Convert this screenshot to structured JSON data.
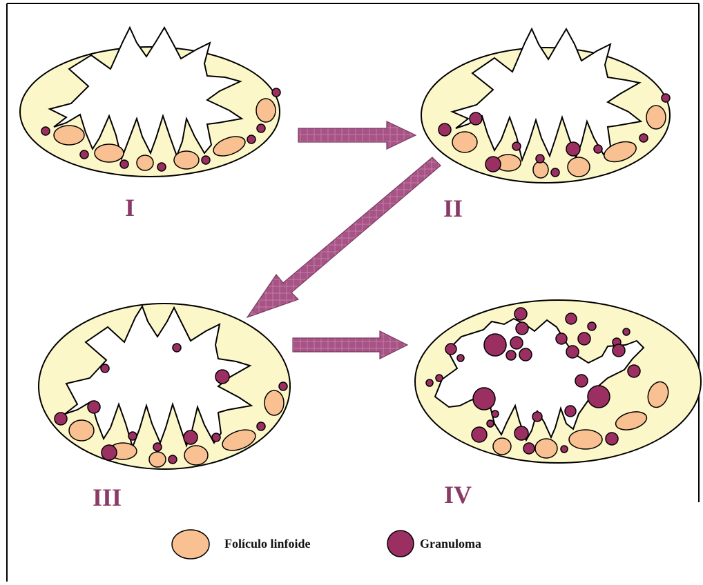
{
  "colors": {
    "border": "#000000",
    "ellipse_fill": "#fcf7c9",
    "follicle_fill": "#f9c091",
    "granuloma_fill": "#9b2f62",
    "arrow_fill": "#a75386",
    "stage_label": "#8a3a66"
  },
  "stages": [
    {
      "label": "I"
    },
    {
      "label": "II"
    },
    {
      "label": "III"
    },
    {
      "label": "IV"
    }
  ],
  "legend": {
    "follicle_label": "Folículo linfoide",
    "granuloma_label": "Granuloma"
  }
}
